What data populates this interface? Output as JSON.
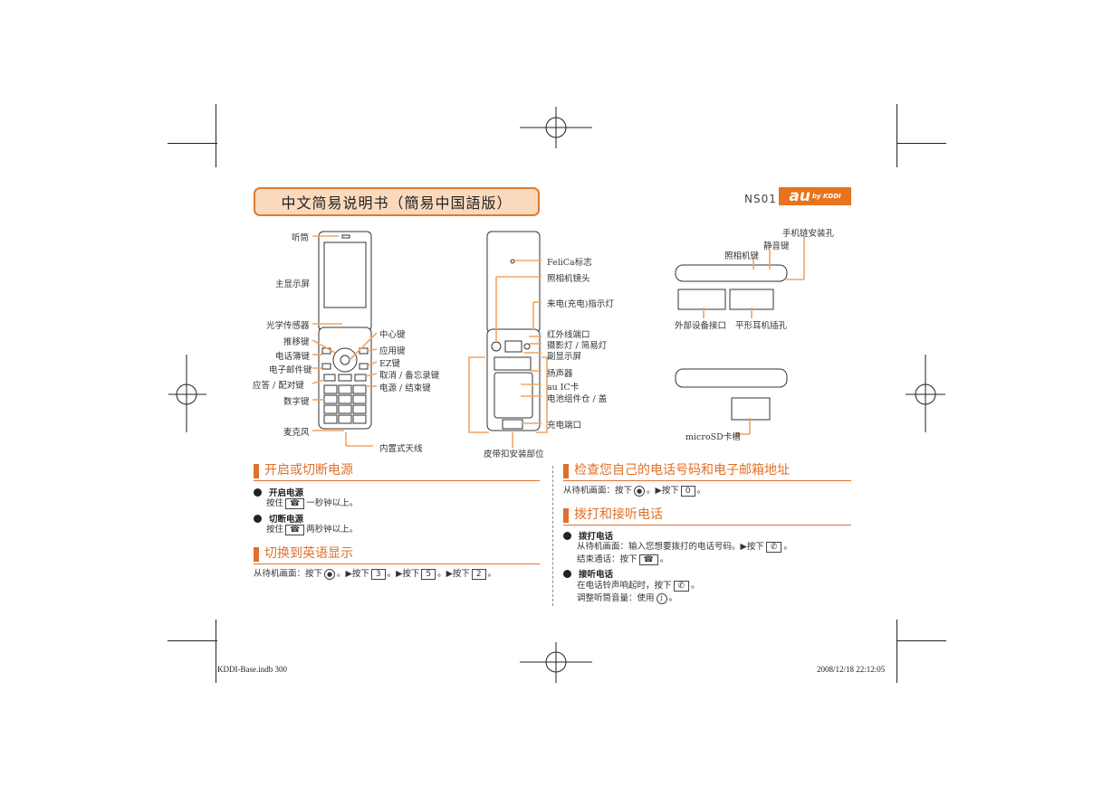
{
  "header": {
    "title": "中文简易说明书（簡易中国語版）",
    "model": "NS01",
    "logo_big": "au",
    "logo_small": "by KDDI"
  },
  "diagram_front": {
    "labels": [
      "听筒",
      "主显示屏",
      "光学传感器",
      "推移键",
      "电话簿键",
      "电子邮件键",
      "应答 / 配对键",
      "数字键",
      "麦克风"
    ],
    "right_labels": [
      "中心键",
      "应用键",
      "EZ键",
      "取消 / 备忘录键",
      "电源 / 结束键"
    ],
    "antenna": "内置式天线"
  },
  "diagram_back": {
    "labels": [
      "FeliCa标志",
      "照相机镜头",
      "来电(充电)指示灯",
      "红外线端口",
      "摄影灯 / 简易灯",
      "副显示屏",
      "扬声器",
      "au IC卡",
      "电池组件仓 / 盖",
      "充电端口"
    ],
    "strap": "皮带扣安装部位"
  },
  "diagram_side": {
    "top_labels": [
      "手机链安装孔",
      "静音键",
      "照相机键"
    ],
    "bottom_labels": [
      "外部设备接口",
      "平形耳机插孔"
    ],
    "microsd": "microSD卡槽"
  },
  "sections": {
    "power": {
      "heading": "开启或切断电源",
      "on_title": "开启电源",
      "on_pre": "按住",
      "on_post": "一秒钟以上。",
      "off_title": "切断电源",
      "off_pre": "按住",
      "off_post": "两秒钟以上。"
    },
    "english": {
      "heading": "切换到英语显示",
      "text_pre": "从待机画面：按下",
      "k1": "3",
      "k2": "5",
      "k3": "2",
      "sep": "。▶按下",
      "end": "。"
    },
    "check": {
      "heading": "检查您自己的电话号码和电子邮箱地址",
      "text_pre": "从待机画面：按下",
      "sep": "。▶按下",
      "k1": "0",
      "end": "。"
    },
    "call": {
      "heading": "拨打和接听电话",
      "dial_title": "拨打电话",
      "dial_line1": "从待机画面：输入您想要拨打的电话号码。▶按下",
      "dial_line2": "结束通话：按下",
      "answer_title": "接听电话",
      "answer_line1": "在电话铃声响起时，按下",
      "answer_line2": "调整听筒音量：使用",
      "end": "。"
    }
  },
  "footer": {
    "left": "KDDI-Base.indb   300",
    "right": "2008/12/18   22:12:05"
  },
  "colors": {
    "accent": "#e0702a",
    "title_fill": "#fbd9bd",
    "logo": "#e8731c"
  }
}
